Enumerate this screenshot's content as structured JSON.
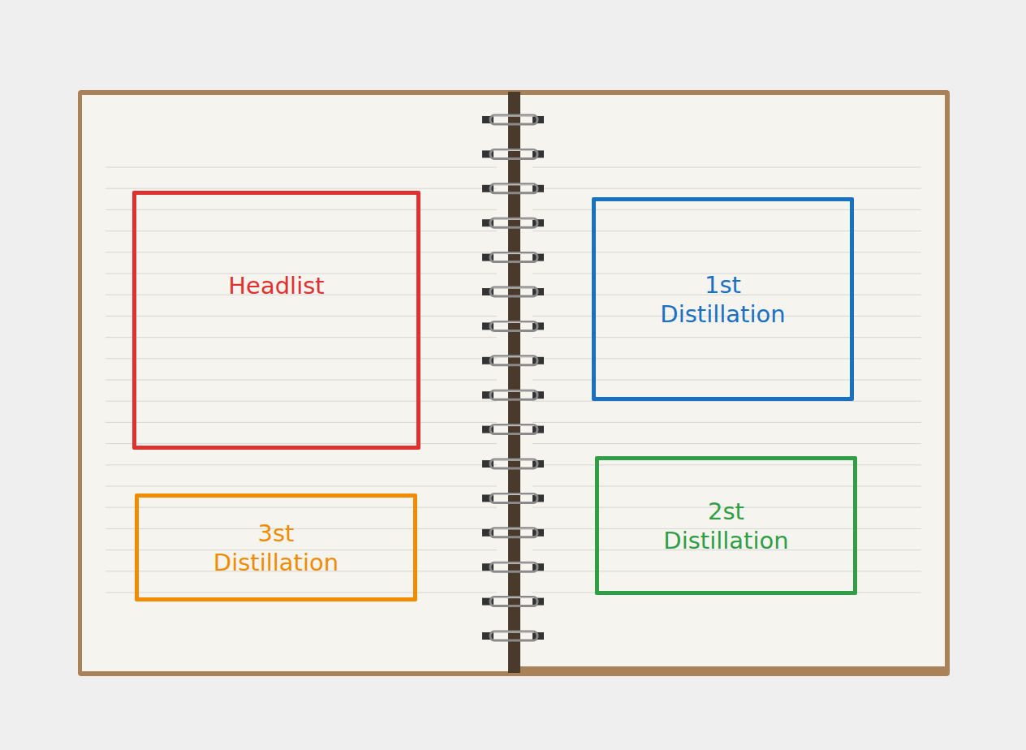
{
  "diagram": {
    "nodes": [
      {
        "text": [
          "Headlist"
        ]
      },
      {
        "text": [
          "1st Distillation"
        ]
      },
      {
        "text": [
          "2st Distillation"
        ]
      },
      {
        "text": [
          "3st Distillation"
        ]
      }
    ]
  }
}
